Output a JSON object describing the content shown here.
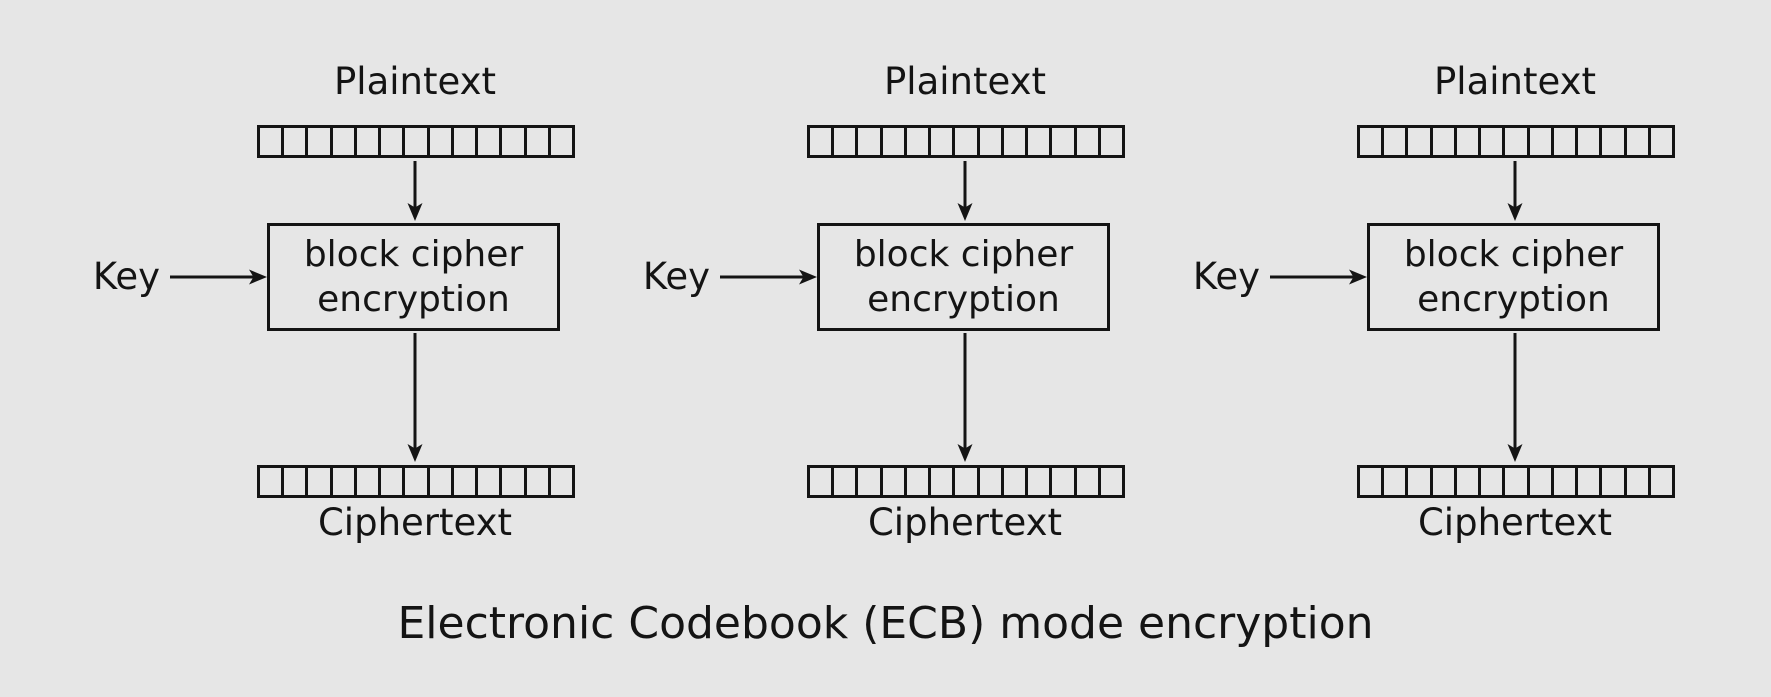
{
  "background_color": "#e6e6e6",
  "ink_color": "#141414",
  "caption": "Electronic Codebook (ECB) mode encryption",
  "columns": [
    {
      "plaintext_label": "Plaintext",
      "key_label": "Key",
      "box_line1": "block cipher",
      "box_line2": "encryption",
      "ciphertext_label": "Ciphertext",
      "cells": 13
    },
    {
      "plaintext_label": "Plaintext",
      "key_label": "Key",
      "box_line1": "block cipher",
      "box_line2": "encryption",
      "ciphertext_label": "Ciphertext",
      "cells": 13
    },
    {
      "plaintext_label": "Plaintext",
      "key_label": "Key",
      "box_line1": "block cipher",
      "box_line2": "encryption",
      "ciphertext_label": "Ciphertext",
      "cells": 13
    }
  ]
}
